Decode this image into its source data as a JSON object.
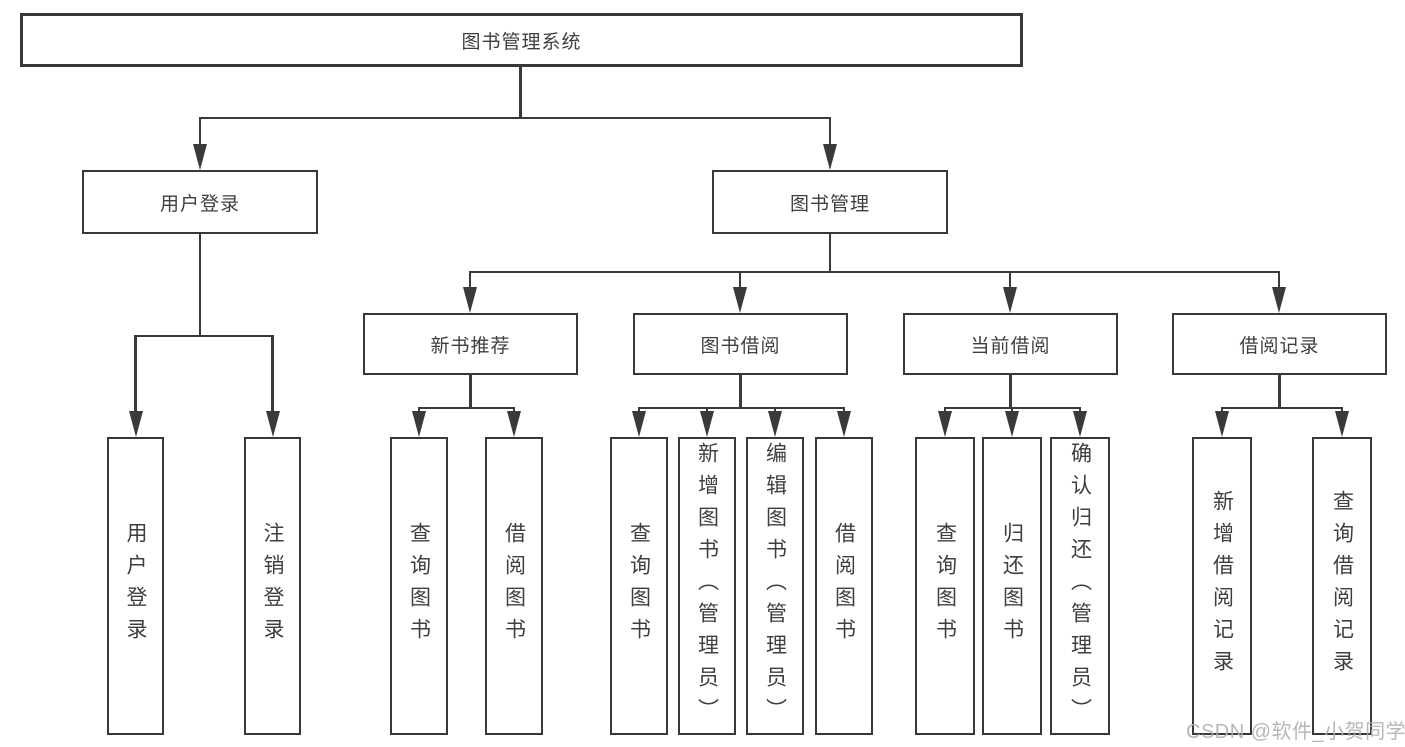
{
  "title": "图书管理系统",
  "level2": {
    "user_login": "用户登录",
    "book_mgmt": "图书管理"
  },
  "level3": {
    "new_books": "新书推荐",
    "book_borrow": "图书借阅",
    "current_borrow": "当前借阅",
    "borrow_records": "借阅记录"
  },
  "leaves": {
    "user_login": [
      "用户登录",
      "注销登录"
    ],
    "new_books": [
      "查询图书",
      "借阅图书"
    ],
    "book_borrow": [
      "查询图书",
      "新增图书（管理员）",
      "编辑图书（管理员）",
      "借阅图书"
    ],
    "current_borrow": [
      "查询图书",
      "归还图书",
      "确认归还（管理员）"
    ],
    "borrow_records": [
      "新增借阅记录",
      "查询借阅记录"
    ]
  },
  "watermark": "CSDN @软件_小贺同学",
  "colors": {
    "line": "#3a3a3a",
    "box_border": "#383838",
    "box_background": "#ffffff",
    "text": "#3f3f3f",
    "watermark": "#b0b0b0"
  }
}
